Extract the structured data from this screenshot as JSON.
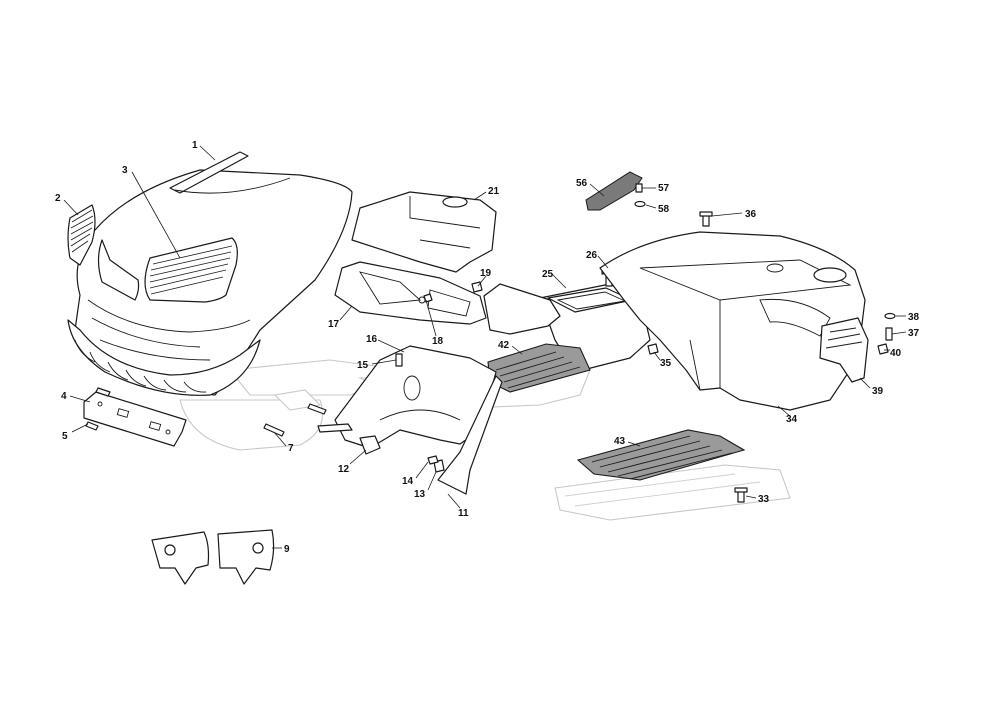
{
  "callouts": {
    "c1": "1",
    "c2": "2",
    "c3": "3",
    "c4": "4",
    "c5": "5",
    "c7": "7",
    "c9": "9",
    "c11": "11",
    "c12": "12",
    "c13": "13",
    "c14": "14",
    "c15": "15",
    "c16": "16",
    "c17": "17",
    "c18": "18",
    "c19": "19",
    "c21": "21",
    "c25": "25",
    "c26": "26",
    "c33": "33",
    "c34": "34",
    "c35": "35",
    "c36": "36",
    "c37": "37",
    "c38": "38",
    "c39": "39",
    "c40": "40",
    "c42": "42",
    "c43": "43",
    "c56": "56",
    "c57": "57",
    "c58": "58"
  }
}
